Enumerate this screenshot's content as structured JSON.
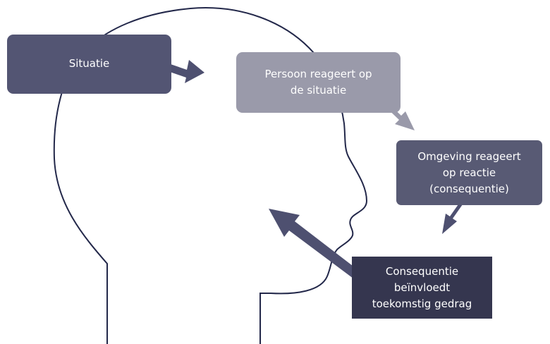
{
  "diagram": {
    "colors": {
      "situatie": "#535573",
      "persoon": "#9a9aaa",
      "omgeving": "#585a74",
      "consequentie": "#35364f",
      "arrow_dark": "#4e5070",
      "arrow_light": "#9a9aaa",
      "head_outline": "#23284a"
    },
    "boxes": {
      "situatie": {
        "lines": [
          "Situatie"
        ]
      },
      "persoon": {
        "lines": [
          "Persoon reageert op",
          "de situatie"
        ]
      },
      "omgeving": {
        "lines": [
          "Omgeving reageert",
          "op reactie",
          "(consequentie)"
        ]
      },
      "consequentie": {
        "lines": [
          "Consequentie",
          "beïnvloedt",
          "toekomstig gedrag"
        ]
      }
    },
    "icons": {
      "head": "head-profile-outline",
      "arrows": [
        "arrow-right",
        "arrow-down-right",
        "arrow-down-left",
        "arrow-up-left"
      ]
    }
  }
}
